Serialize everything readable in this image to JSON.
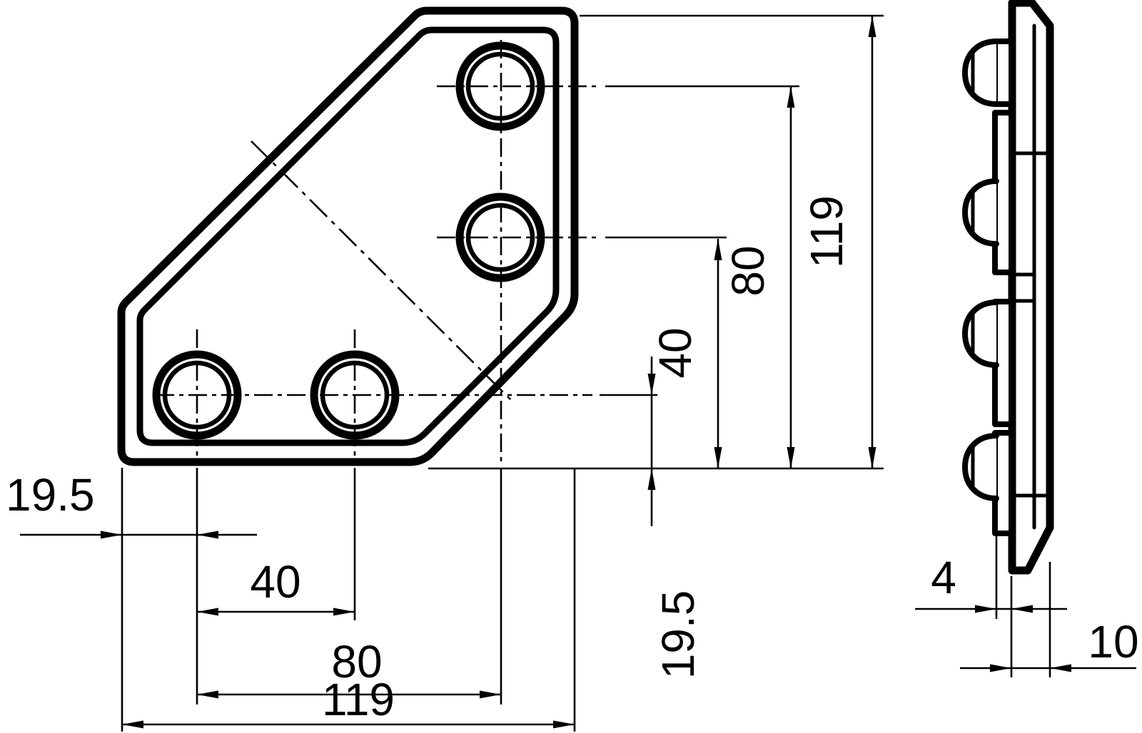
{
  "colors": {
    "ink": "#000000",
    "paper": "#ffffff"
  },
  "dimensions": {
    "horizontal": [
      {
        "id": "edge-to-first-hole",
        "label": "19.5"
      },
      {
        "id": "hole-spacing",
        "label": "40"
      },
      {
        "id": "hole-column-span",
        "label": "80"
      },
      {
        "id": "overall-width",
        "label": "119"
      }
    ],
    "vertical": [
      {
        "id": "hole-row-to-edge",
        "label": "19.5"
      },
      {
        "id": "hole-spacing",
        "label": "40"
      },
      {
        "id": "hole-row-span",
        "label": "80"
      },
      {
        "id": "overall-height",
        "label": "119"
      }
    ],
    "side": [
      {
        "id": "boss-step-height",
        "label": "4"
      },
      {
        "id": "plate-thickness",
        "label": "10"
      }
    ]
  }
}
